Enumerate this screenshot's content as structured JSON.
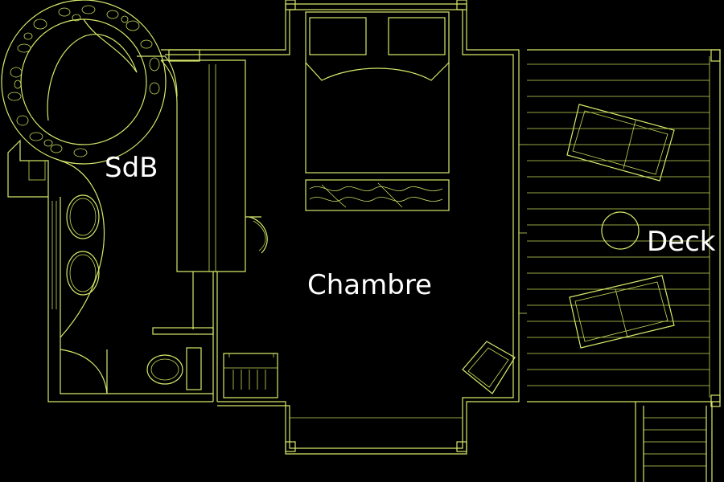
{
  "plan": {
    "rooms": {
      "bathroom": "SdB",
      "bedroom": "Chambre",
      "deck": "Deck"
    },
    "colors": {
      "background": "#000000",
      "line": "#d8e86a",
      "label": "#ffffff"
    }
  }
}
